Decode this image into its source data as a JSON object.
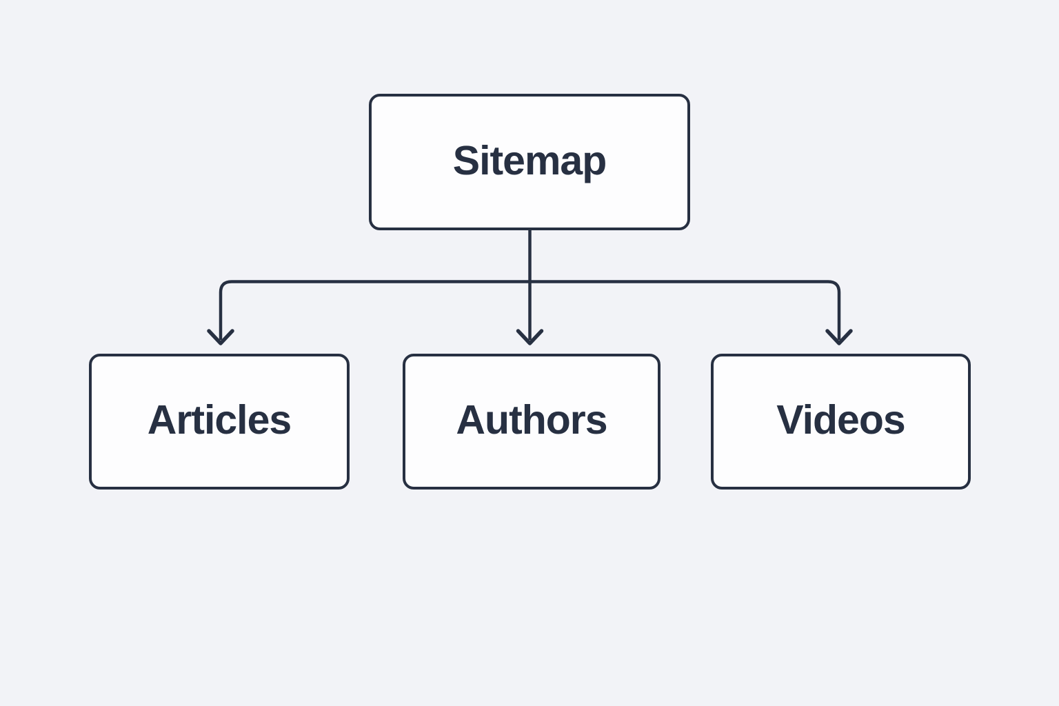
{
  "diagram": {
    "type": "sitemap-tree",
    "root": {
      "id": "sitemap",
      "label": "Sitemap"
    },
    "children": [
      {
        "id": "articles",
        "label": "Articles"
      },
      {
        "id": "authors",
        "label": "Authors"
      },
      {
        "id": "videos",
        "label": "Videos"
      }
    ]
  },
  "colors": {
    "background": "#f2f3f7",
    "node_fill": "#fdfdfe",
    "line": "#273042",
    "text": "#273042"
  }
}
